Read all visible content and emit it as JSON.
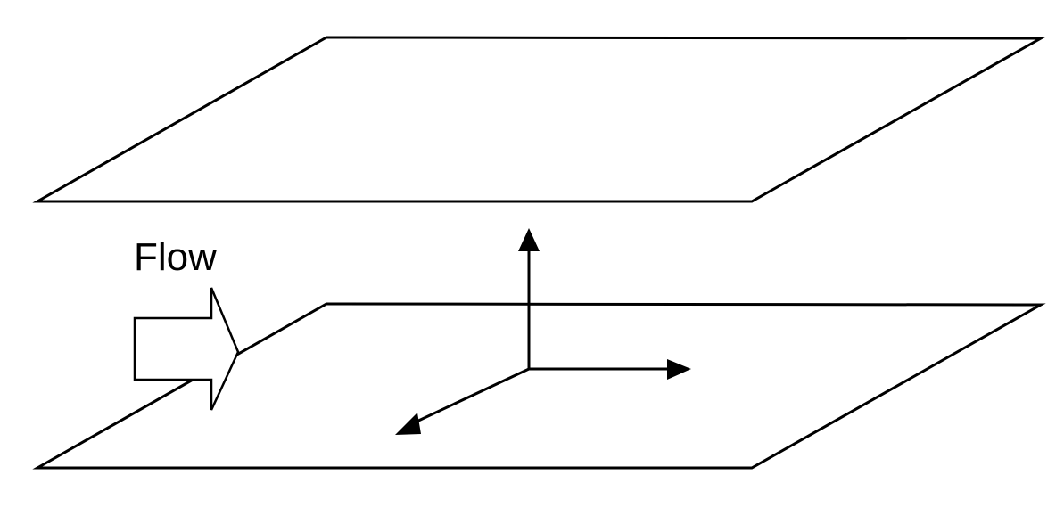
{
  "diagram": {
    "flow_label": "Flow",
    "stroke_color": "#000000",
    "fill_color": "#ffffff",
    "elements": {
      "top_plate": "parallel-plate",
      "bottom_plate": "parallel-plate",
      "flow_arrow": "block-arrow",
      "axes": [
        "vertical-axis-arrow",
        "horizontal-axis-arrow",
        "depth-axis-arrow"
      ]
    }
  }
}
